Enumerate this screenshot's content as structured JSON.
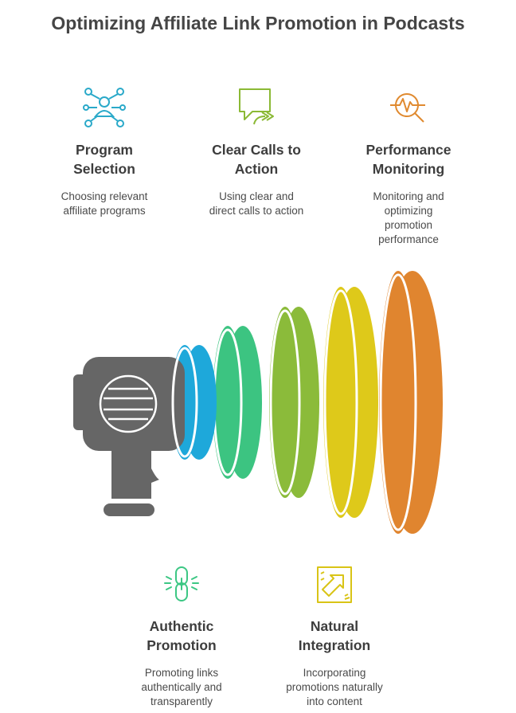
{
  "title": "Optimizing Affiliate Link Promotion in Podcasts",
  "items": [
    {
      "heading_line1": "Program",
      "heading_line2": "Selection",
      "desc_lines": [
        "Choosing relevant",
        "affiliate programs"
      ],
      "color": "#2aa9c9",
      "icon": "network-people-icon"
    },
    {
      "heading_line1": "Clear Calls to",
      "heading_line2": "Action",
      "desc_lines": [
        "Using clear and",
        "direct calls to action"
      ],
      "color": "#8bb935",
      "icon": "speech-bubble-arrow-icon"
    },
    {
      "heading_line1": "Performance",
      "heading_line2": "Monitoring",
      "desc_lines": [
        "Monitoring and",
        "optimizing",
        "promotion",
        "performance"
      ],
      "color": "#e08a30",
      "icon": "magnifier-pulse-icon"
    },
    {
      "heading_line1": "Authentic",
      "heading_line2": "Promotion",
      "desc_lines": [
        "Promoting links",
        "authentically and",
        "transparently"
      ],
      "color": "#3cc784",
      "icon": "link-chain-icon"
    },
    {
      "heading_line1": "Natural",
      "heading_line2": "Integration",
      "desc_lines": [
        "Incorporating",
        "promotions naturally",
        "into content"
      ],
      "color": "#d9c416",
      "icon": "puzzle-arrow-icon"
    }
  ],
  "rings": [
    {
      "color": "#1ea8da",
      "icon": ""
    },
    {
      "color": "#3cc481",
      "icon": ""
    },
    {
      "color": "#8bbb3a",
      "icon": ""
    },
    {
      "color": "#dec91a",
      "icon": ""
    },
    {
      "color": "#e0852f",
      "icon": ""
    }
  ],
  "megaphone_color": "#666666"
}
